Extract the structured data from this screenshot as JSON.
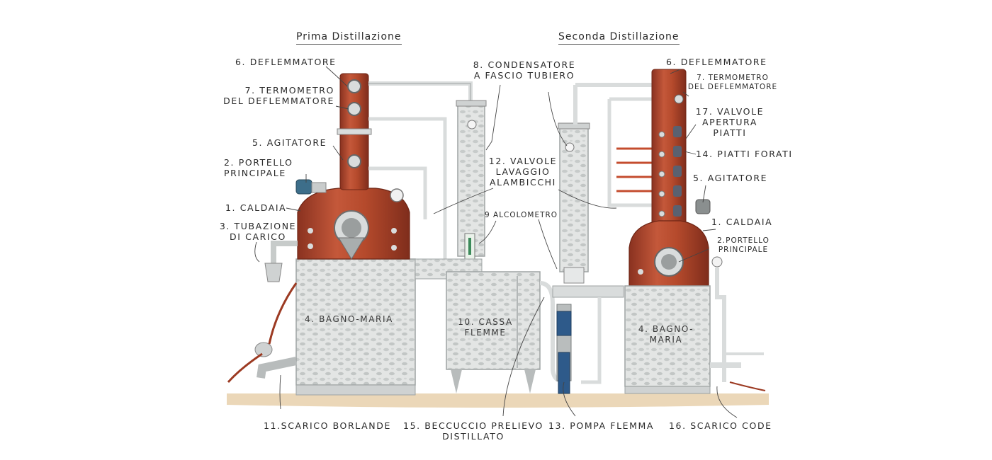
{
  "titles": {
    "first": "Prima Distillazione",
    "second": "Seconda Distillazione"
  },
  "labels": {
    "deflemmatore_1": "6. DEFLEMMATORE",
    "termometro_1_a": "7. TERMOMETRO",
    "termometro_1_b": "DEL DEFLEMMATORE",
    "agitatore_1": "5. AGITATORE",
    "portello_1_a": "2. PORTELLO",
    "portello_1_b": "PRINCIPALE",
    "caldaia_1": "1. CALDAIA",
    "tubazione_a": "3. TUBAZIONE",
    "tubazione_b": "DI CARICO",
    "bagno_1": "4. BAGNO-MARIA",
    "condensatore_a": "8. CONDENSATORE",
    "condensatore_b": "A FASCIO TUBIERO",
    "valvole_lav_a": "12. VALVOLE",
    "valvole_lav_b": "LAVAGGIO",
    "valvole_lav_c": "ALAMBICCHI",
    "alcolometro": "9 ALCOLOMETRO",
    "cassa_a": "10. CASSA",
    "cassa_b": "FLEMME",
    "deflemmatore_2": "6. DEFLEMMATORE",
    "termometro_2_a": "7. TERMOMETRO",
    "termometro_2_b": "DEL DEFLEMMATORE",
    "valvole_piatti_a": "17. VALVOLE",
    "valvole_piatti_b": "APERTURA",
    "valvole_piatti_c": "PIATTI",
    "piatti": "14. PIATTI FORATI",
    "agitatore_2": "5. AGITATORE",
    "caldaia_2": "1. CALDAIA",
    "portello_2_a": "2.PORTELLO",
    "portello_2_b": "PRINCIPALE",
    "bagno_2_a": "4. BAGNO-",
    "bagno_2_b": "MARIA",
    "scarico_borlande": "11.SCARICO BORLANDE",
    "beccuccio_a": "15. BECCUCCIO PRELIEVO",
    "beccuccio_b": "DISTILLATO",
    "pompa": "13. POMPA FLEMMA",
    "scarico_code": "16. SCARICO CODE"
  },
  "colors": {
    "copper": "#b54a2c",
    "copper_dark": "#8a3220",
    "steel": "#d9dcdc",
    "steel_dark": "#9ea3a3",
    "floor": "#e9d3b0",
    "pump_blue": "#2e5a8a",
    "ink": "#2a2a2a"
  }
}
